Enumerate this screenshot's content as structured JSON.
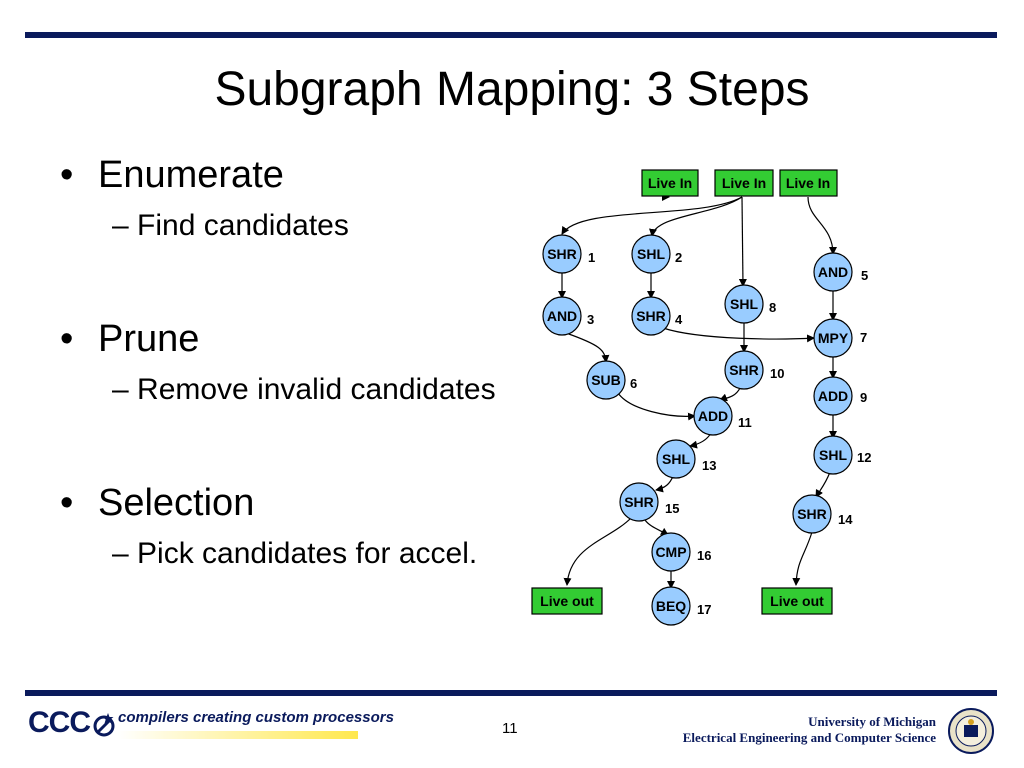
{
  "title": "Subgraph Mapping: 3 Steps",
  "bullets": [
    {
      "text": "Enumerate",
      "sub": "Find candidates"
    },
    {
      "text": "Prune",
      "sub": "Remove invalid candidates"
    },
    {
      "text": "Selection",
      "sub": "Pick candidates for accel."
    }
  ],
  "bullet_char": "•",
  "sub_prefix": "–",
  "diagram": {
    "live_in": [
      "Live In",
      "Live In",
      "Live In"
    ],
    "live_out": [
      "Live out",
      "Live out"
    ],
    "nodes": [
      {
        "op": "SHR",
        "num": "1"
      },
      {
        "op": "SHL",
        "num": "2"
      },
      {
        "op": "AND",
        "num": "3"
      },
      {
        "op": "SHR",
        "num": "4"
      },
      {
        "op": "AND",
        "num": "5"
      },
      {
        "op": "SUB",
        "num": "6"
      },
      {
        "op": "MPY",
        "num": "7"
      },
      {
        "op": "SHL",
        "num": "8"
      },
      {
        "op": "ADD",
        "num": "9"
      },
      {
        "op": "SHR",
        "num": "10"
      },
      {
        "op": "ADD",
        "num": "11"
      },
      {
        "op": "SHL",
        "num": "12"
      },
      {
        "op": "SHL",
        "num": "13"
      },
      {
        "op": "SHR",
        "num": "14"
      },
      {
        "op": "SHR",
        "num": "15"
      },
      {
        "op": "CMP",
        "num": "16"
      },
      {
        "op": "BEQ",
        "num": "17"
      }
    ],
    "node_fill": "#99ccff",
    "box_fill": "#33cc33"
  },
  "footer": {
    "logo_text": "CCC",
    "tagline": "compilers creating custom processors",
    "page_number": "11",
    "university": "University of Michigan",
    "department": "Electrical Engineering and Computer Science",
    "accent_color": "#0a1a5c"
  }
}
